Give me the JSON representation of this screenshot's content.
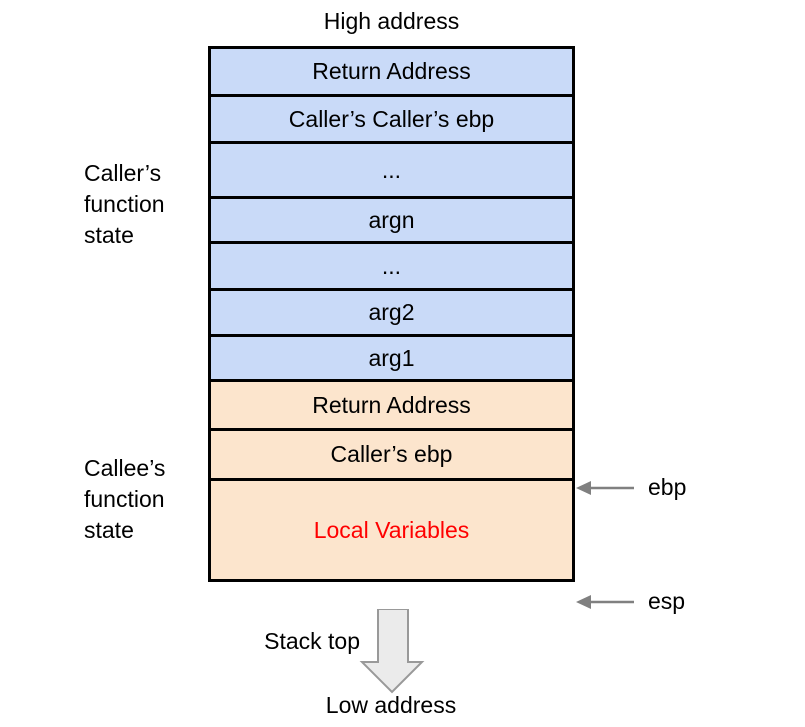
{
  "labels": {
    "high_address": "High address",
    "low_address": "Low address",
    "stack_top": "Stack top",
    "caller_state": "Caller’s\nfunction\nstate",
    "callee_state": "Callee’s\nfunction\nstate",
    "ebp": "ebp",
    "esp": "esp"
  },
  "stack_rows": [
    {
      "label": "Return Address",
      "frame": "caller"
    },
    {
      "label": "Caller’s Caller’s ebp",
      "frame": "caller"
    },
    {
      "label": "...",
      "frame": "caller"
    },
    {
      "label": "argn",
      "frame": "caller"
    },
    {
      "label": "...",
      "frame": "caller"
    },
    {
      "label": "arg2",
      "frame": "caller"
    },
    {
      "label": "arg1",
      "frame": "caller"
    },
    {
      "label": "Return Address",
      "frame": "callee"
    },
    {
      "label": "Caller’s ebp",
      "frame": "callee"
    },
    {
      "label": "Local Variables",
      "frame": "callee",
      "emphasis": "red"
    }
  ],
  "colors": {
    "caller_fill": "#c9daf8",
    "callee_fill": "#fce5cd",
    "border": "#000000",
    "highlight_text": "#ff0000",
    "pointer_arrow": "#808080",
    "stack_arrow_fill": "#ebebeb",
    "stack_arrow_stroke": "#999999"
  }
}
